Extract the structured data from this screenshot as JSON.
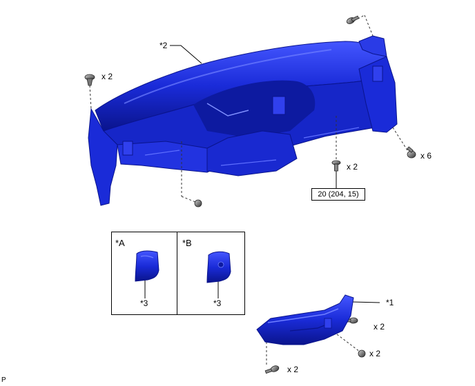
{
  "callouts": {
    "part_2": "*2",
    "part_1": "*1",
    "part_3_a": "*3",
    "part_3_b": "*3"
  },
  "quantities": {
    "left_clip": "x 2",
    "center_bolt": "x 2",
    "right_bolt": "x 6",
    "lower_bolt_1": "x 2",
    "lower_bolt_2": "x 2",
    "lower_bolt_3": "x 2"
  },
  "torque": "20 (204, 15)",
  "inset_views": {
    "view_a": "*A",
    "view_b": "*B"
  },
  "corner_mark": "P",
  "colors": {
    "part_blue": "#1a2bd8",
    "part_dark": "#0a148c",
    "part_light": "#5a6cff",
    "bolt_gray": "#555555"
  }
}
